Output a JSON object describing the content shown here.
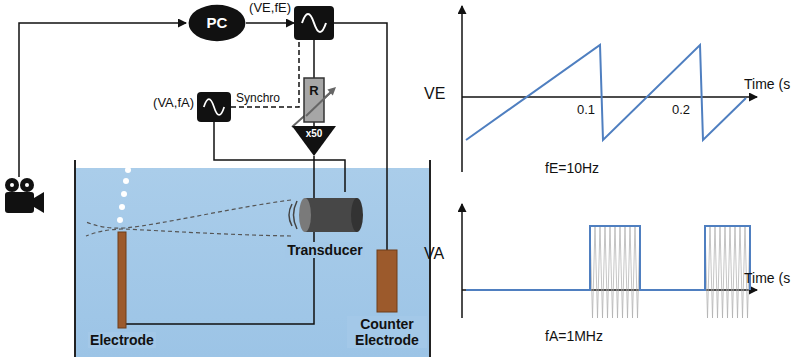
{
  "diagram": {
    "nodes": [
      {
        "text": [
          "PC"
        ]
      },
      {
        "text": [
          "(VE,fE)"
        ]
      },
      {
        "text": [
          "R"
        ]
      },
      {
        "text": [
          "x50"
        ]
      },
      {
        "text": [
          "(VA,fA)"
        ]
      },
      {
        "text": [
          "Transducer"
        ]
      },
      {
        "text": [
          "Electrode"
        ]
      },
      {
        "text": [
          "Counter Electrode"
        ]
      }
    ],
    "edges": [
      {
        "from": 0,
        "to": 1,
        "arrow": "to"
      },
      {
        "from": 1,
        "to": 2,
        "arrow": "none"
      },
      {
        "from": 2,
        "to": 3,
        "arrow": "none"
      },
      {
        "from": 3,
        "to": 6,
        "arrow": "none"
      },
      {
        "from": 1,
        "to": 7,
        "arrow": "none"
      },
      {
        "from": 4,
        "to": 5,
        "arrow": "none"
      },
      {
        "from": 4,
        "to": 1,
        "arrow": "none",
        "label": "Synchro"
      }
    ],
    "labels": [
      "VE",
      "Time (s",
      "0.1",
      "0.2",
      "fE=10Hz",
      "VA",
      "Time (s",
      "fA=1MHz"
    ]
  }
}
